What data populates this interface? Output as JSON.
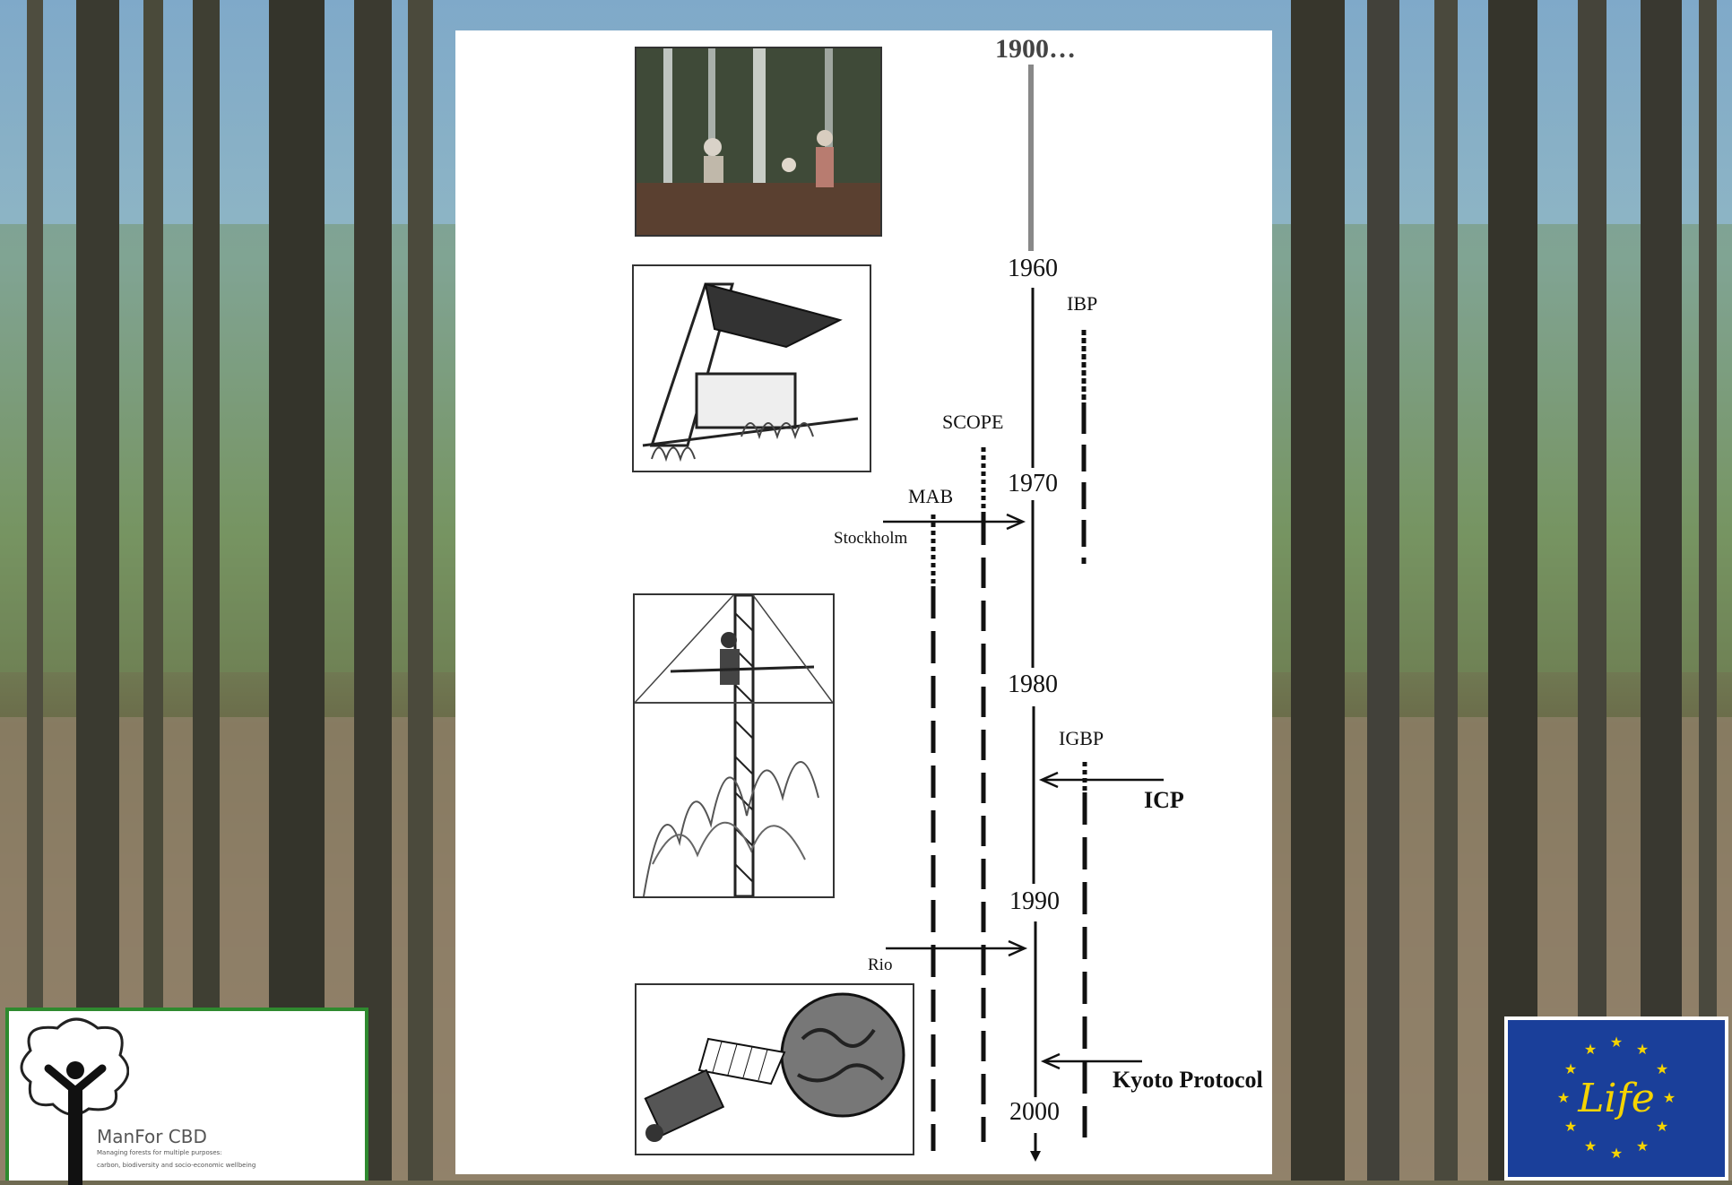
{
  "timeline": {
    "start_label": "1900…",
    "years": [
      "1960",
      "1970",
      "1980",
      "1990",
      "2000"
    ],
    "programmes": {
      "ibp": "IBP",
      "scope": "SCOPE",
      "mab": "MAB",
      "igbp": "IGBP"
    },
    "events": {
      "stockholm": "Stockholm",
      "rio": "Rio",
      "icp": "ICP",
      "kyoto": "Kyoto Protocol"
    }
  },
  "logos": {
    "manfor_title": "ManFor CBD",
    "manfor_line1": "Managing forests for multiple purposes:",
    "manfor_line2": "carbon, biodiversity and socio-economic wellbeing",
    "life_text": "Life"
  },
  "colors": {
    "timeline": "#111111",
    "early_line": "#888888",
    "manfor_border": "#2f8a2f",
    "eu_blue": "#1a3f9a",
    "eu_star": "#f5d400"
  },
  "icons": [
    "forest-photo",
    "chamber-sketch",
    "tower-sketch",
    "satellite-sketch",
    "manfor-logo",
    "eu-life-logo"
  ]
}
